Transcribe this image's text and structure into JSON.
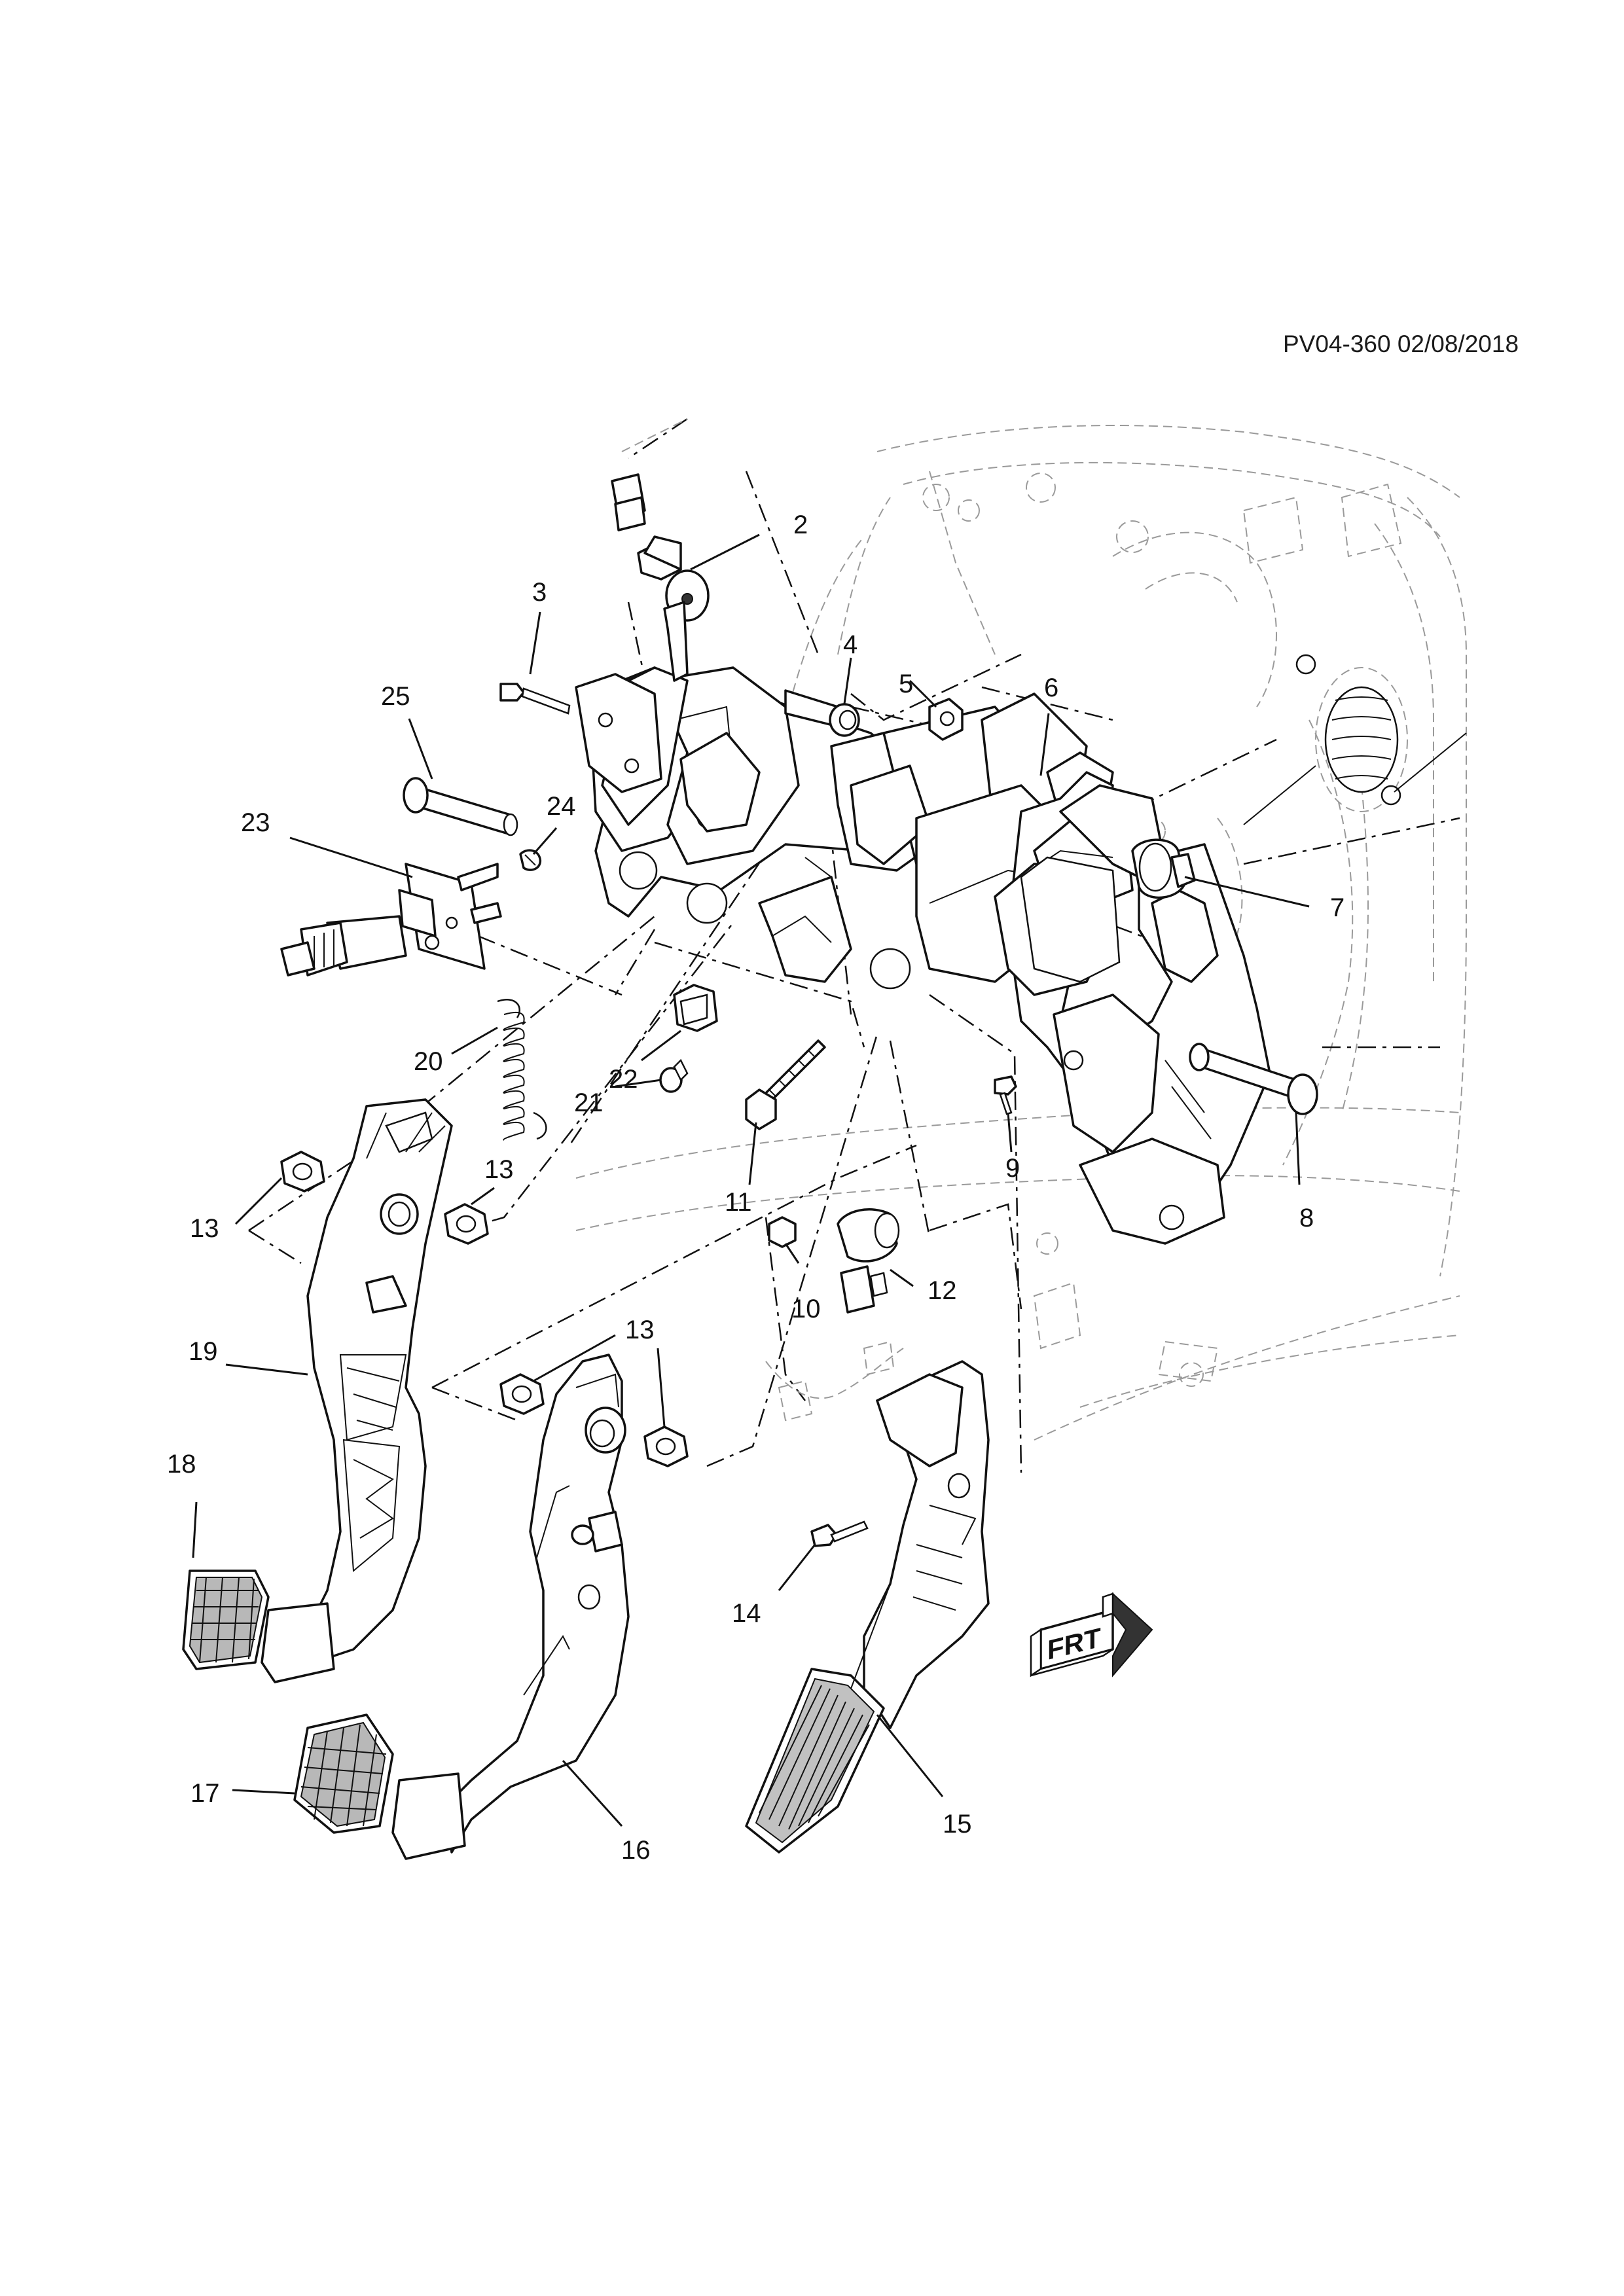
{
  "header": {
    "reference": "PV04-360 02/08/2018"
  },
  "callouts": [
    {
      "id": "2",
      "label": "2"
    },
    {
      "id": "3",
      "label": "3"
    },
    {
      "id": "4",
      "label": "4"
    },
    {
      "id": "5",
      "label": "5"
    },
    {
      "id": "6",
      "label": "6"
    },
    {
      "id": "7",
      "label": "7"
    },
    {
      "id": "8",
      "label": "8"
    },
    {
      "id": "9",
      "label": "9"
    },
    {
      "id": "10",
      "label": "10"
    },
    {
      "id": "11",
      "label": "11"
    },
    {
      "id": "12",
      "label": "12"
    },
    {
      "id": "13a",
      "label": "13"
    },
    {
      "id": "13b",
      "label": "13"
    },
    {
      "id": "13c",
      "label": "13"
    },
    {
      "id": "14",
      "label": "14"
    },
    {
      "id": "15",
      "label": "15"
    },
    {
      "id": "16",
      "label": "16"
    },
    {
      "id": "17",
      "label": "17"
    },
    {
      "id": "18",
      "label": "18"
    },
    {
      "id": "19",
      "label": "19"
    },
    {
      "id": "20",
      "label": "20"
    },
    {
      "id": "21",
      "label": "21"
    },
    {
      "id": "22",
      "label": "22"
    },
    {
      "id": "23",
      "label": "23"
    },
    {
      "id": "24",
      "label": "24"
    },
    {
      "id": "25",
      "label": "25"
    }
  ],
  "direction_badge": {
    "text": "FRT",
    "icon": "front-direction-arrow-icon"
  }
}
